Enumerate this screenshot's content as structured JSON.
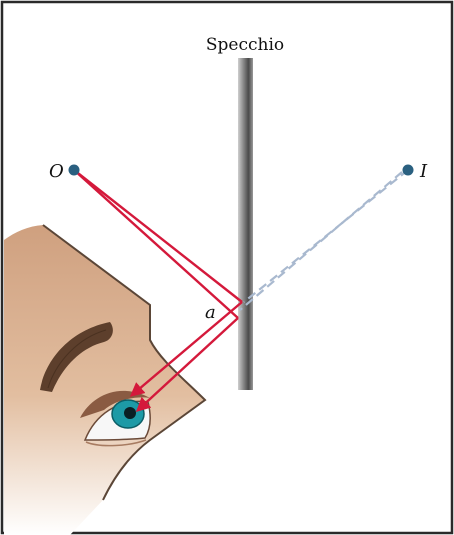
{
  "labels": {
    "mirror": "Specchio",
    "object": "O",
    "image": "I",
    "reflection_point": "a"
  },
  "colors": {
    "frame": "#2a2a2a",
    "ray": "#d4193b",
    "virtual_ray": "#a9b9cf",
    "point": "#2a6080",
    "skin": "#d9b191",
    "skin_outline": "#5b4637",
    "eyebrow": "#5d3f2c",
    "iris": "#1d9aa6",
    "mirror_light": "#bdbdbd",
    "mirror_dark": "#4a4a4a"
  }
}
